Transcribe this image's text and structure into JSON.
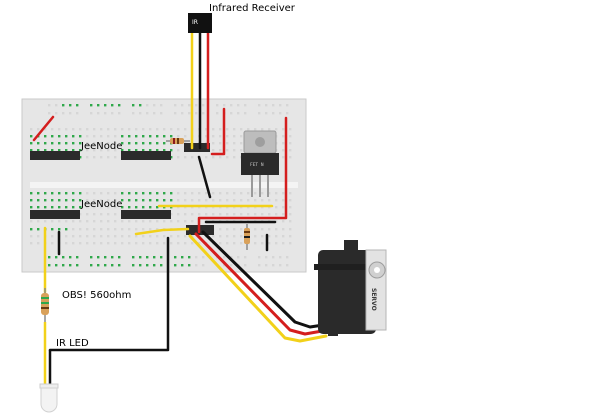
{
  "labels": {
    "receiver": "Infrared Receiver",
    "ir_chip": "IR",
    "jeenode_top": "JeeNode",
    "jeenode_bottom": "JeeNode",
    "resistor_note": "OBS! 560ohm",
    "led": "IR LED",
    "fet": "FET N",
    "servo": "SERVO"
  },
  "colors": {
    "breadboard": "#e6e6e6",
    "rail_strip": "#f4f4f4",
    "hole": "#d6d6d6",
    "hole_active": "#2fa84a",
    "header": "#2b2b2b",
    "wire_yellow": "#f2d11a",
    "wire_red": "#d41e1e",
    "wire_black": "#111111",
    "servo_body": "#2a2a2a"
  }
}
